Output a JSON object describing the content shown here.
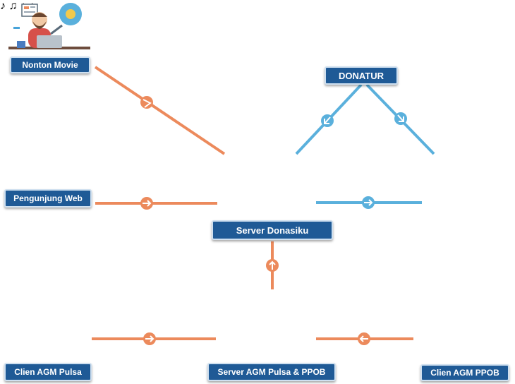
{
  "nodes": {
    "nonton_movie": "Nonton Movie",
    "donatur": "DONATUR",
    "pengunjung_web": "Pengunjung Web",
    "server_donasiku": "Server Donasiku",
    "clien_agm_pulsa": "Clien AGM Pulsa",
    "server_agm_pulsa_ppob": "Server AGM Pulsa & PPOB",
    "clien_agm_ppob": "Clien AGM PPOB"
  },
  "colors": {
    "label_bg": "#1f5a96",
    "orange_connector": "#ec8a5c",
    "blue_connector": "#5ab0dc"
  }
}
